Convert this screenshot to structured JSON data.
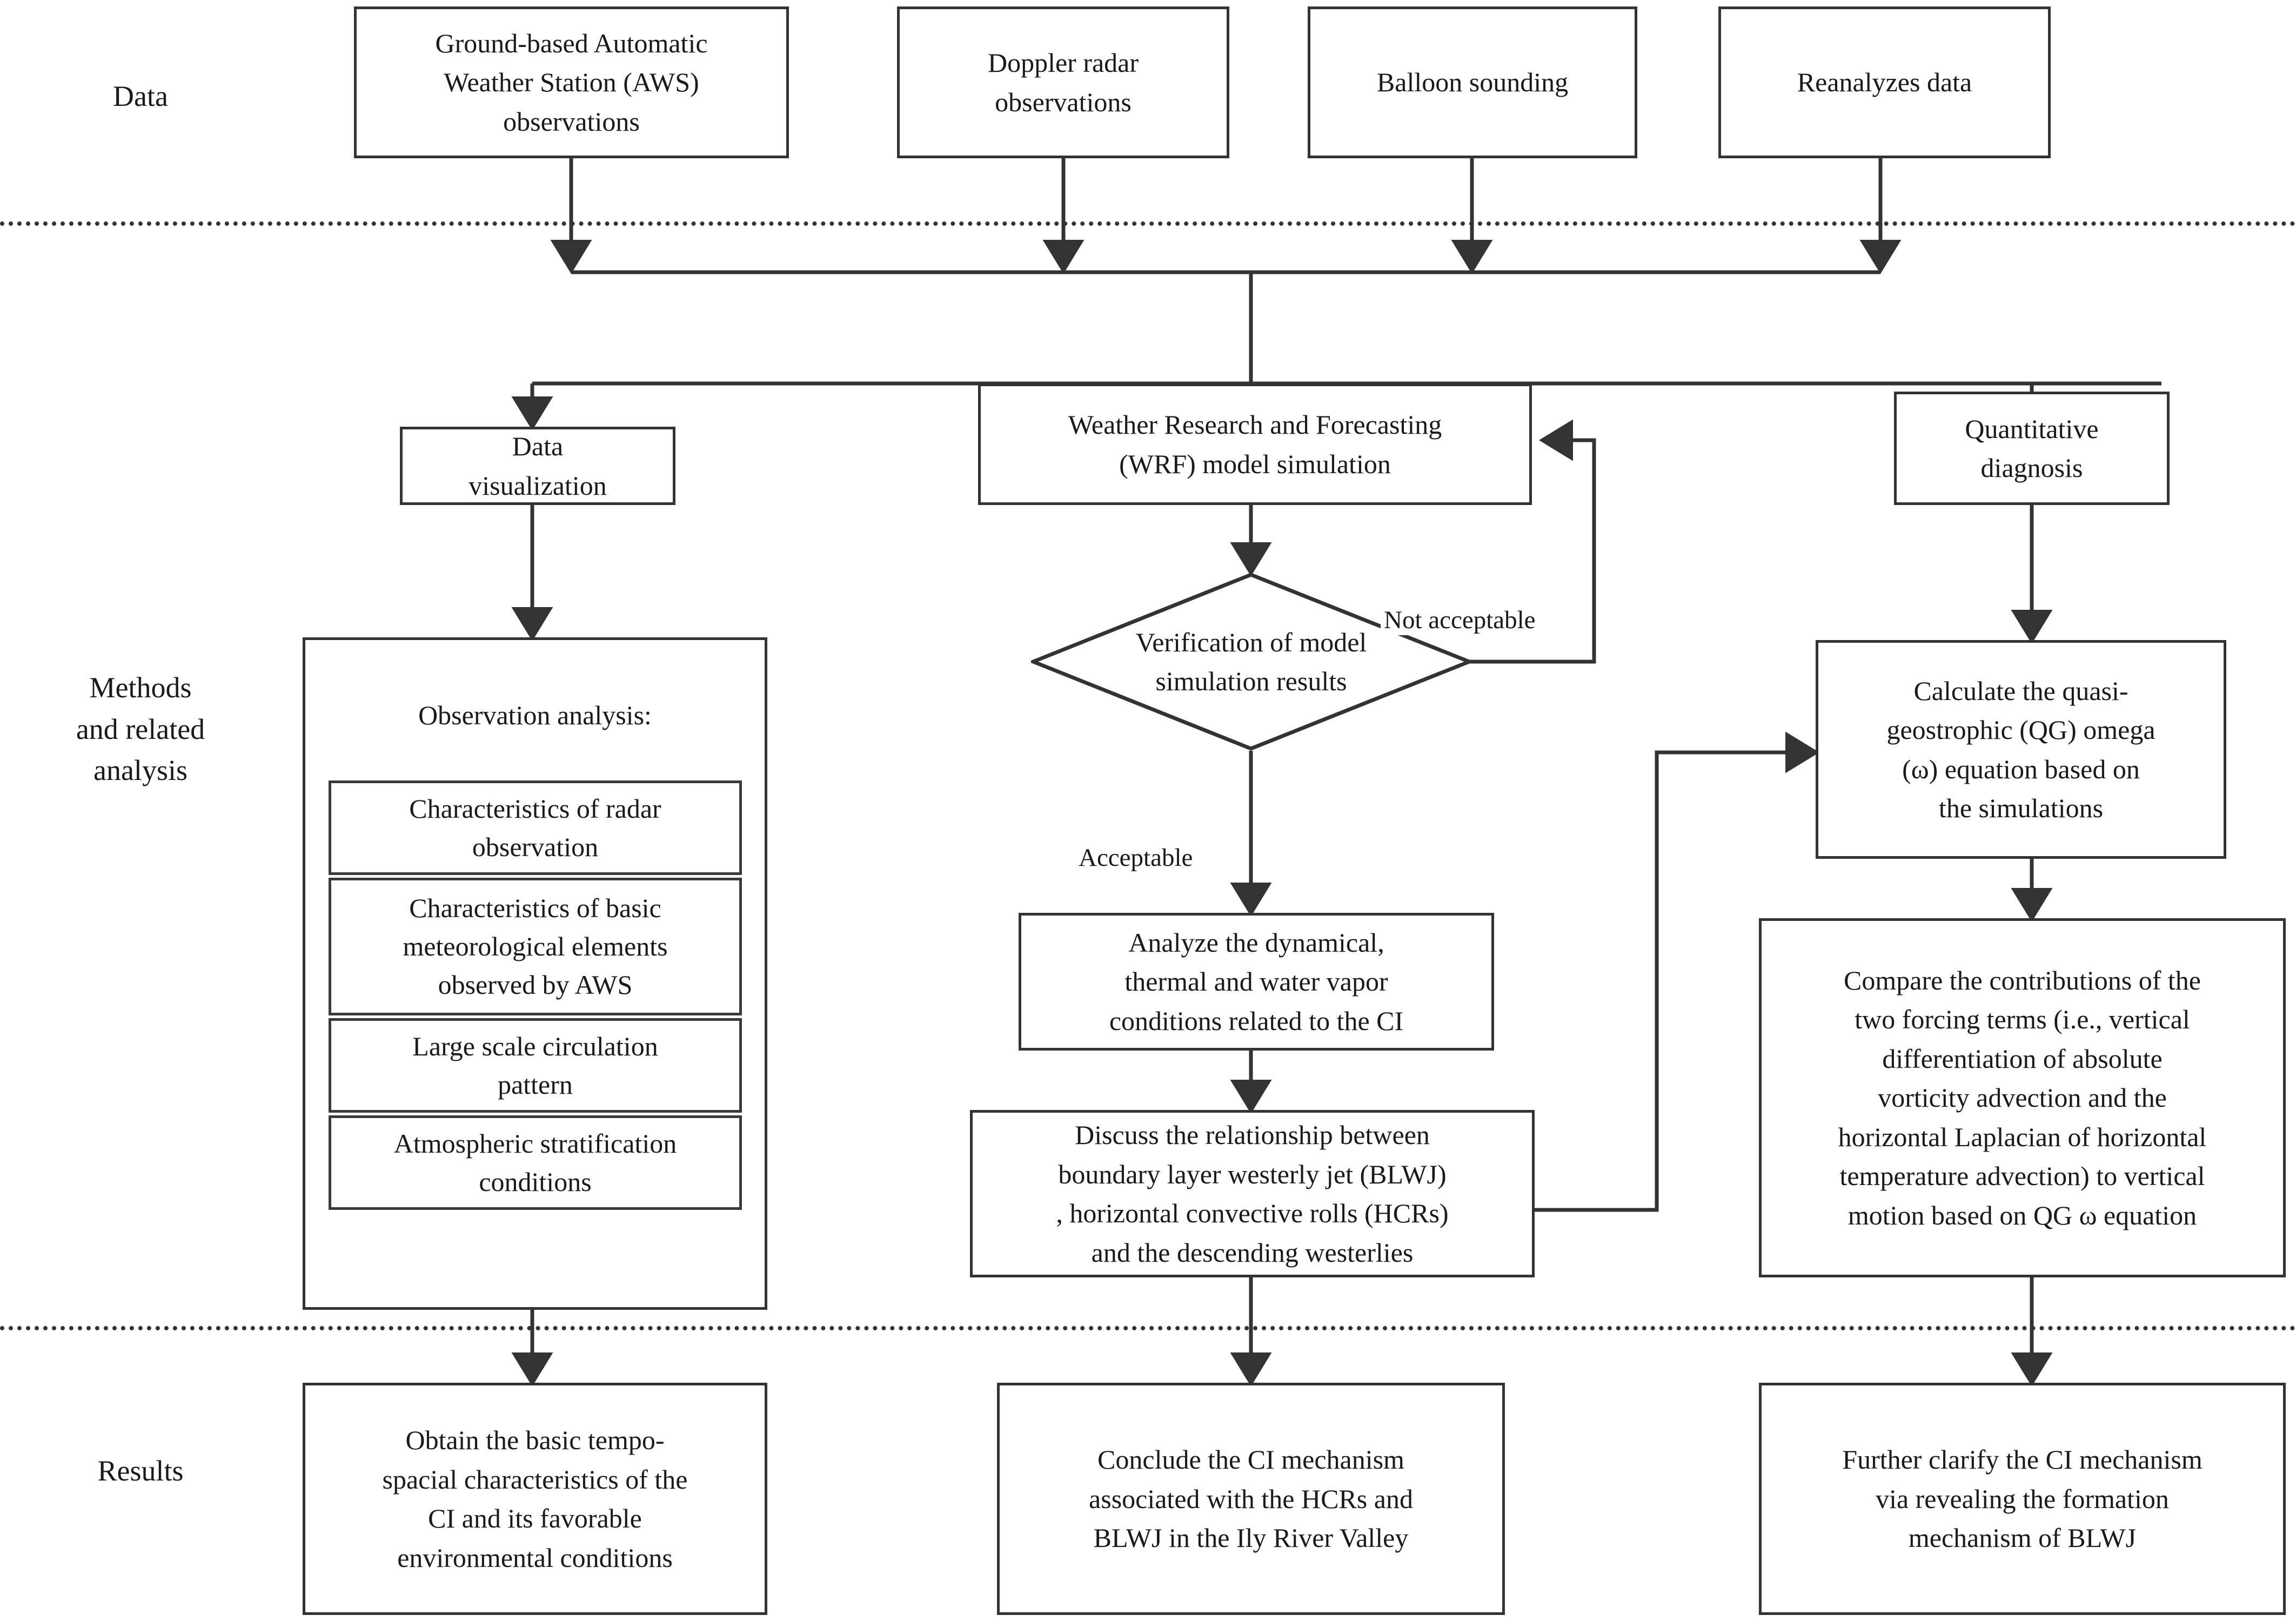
{
  "figure": {
    "type": "flowchart",
    "title": "Research workflow flowchart",
    "accent_color": "#333333",
    "background_color": "#ffffff"
  },
  "stage_labels": [
    {
      "id": "data",
      "text": "Data"
    },
    {
      "id": "methods",
      "text": "Methods\nand related\nanalysis"
    },
    {
      "id": "results",
      "text": "Results"
    }
  ],
  "data_row": [
    {
      "id": "aws",
      "text": "Ground-based Automatic\nWeather Station (AWS)\nobservations"
    },
    {
      "id": "radar",
      "text": "Doppler radar\nobservations"
    },
    {
      "id": "balloon",
      "text": "Balloon sounding"
    },
    {
      "id": "reanalysis",
      "text": "Reanalyzes data"
    }
  ],
  "methods_row": {
    "left_branch": {
      "head": {
        "id": "data-viz",
        "text": "Data\nvisualization"
      },
      "group_title": "Observation analysis:",
      "items": [
        {
          "id": "radar-char",
          "text": "Characteristics of radar\nobservation"
        },
        {
          "id": "aws-char",
          "text": "Characteristics of basic\nmeteorological elements\nobserved by AWS"
        },
        {
          "id": "circulation",
          "text": "Large scale circulation\npattern"
        },
        {
          "id": "stratification",
          "text": "Atmospheric stratification\nconditions"
        }
      ]
    },
    "middle_branch": {
      "head": {
        "id": "wrf",
        "text": "Weather Research and Forecasting\n(WRF) model simulation"
      },
      "decision": {
        "id": "verification",
        "text": "Verification of model\nsimulation results"
      },
      "decision_labels": {
        "reject": "Not acceptable",
        "accept": "Acceptable"
      },
      "steps": [
        {
          "id": "analyze",
          "text": "Analyze the dynamical,\nthermal and water vapor\nconditions related to the CI"
        },
        {
          "id": "discuss",
          "text": "Discuss the relationship between\nboundary layer westerly jet (BLWJ)\n, horizontal convective rolls (HCRs)\nand the descending westerlies"
        }
      ]
    },
    "right_branch": {
      "head": {
        "id": "quant-diag",
        "text": "Quantitative\ndiagnosis"
      },
      "steps": [
        {
          "id": "qg-omega",
          "text": "Calculate the quasi-\ngeostrophic (QG) omega\n(ω) equation based on\nthe simulations"
        },
        {
          "id": "compare",
          "text": "Compare the contributions of  the\ntwo forcing terms (i.e., vertical\ndifferentiation of absolute\nvorticity advection and the\nhorizontal Laplacian of horizontal\ntemperature advection) to vertical\nmotion based on QG ω equation"
        }
      ]
    }
  },
  "results_row": [
    {
      "id": "result-left",
      "text": "Obtain the basic tempo-\nspacial characteristics of the\nCI and its favorable\nenvironmental conditions"
    },
    {
      "id": "result-middle",
      "text": "Conclude the CI mechanism\nassociated with the HCRs and\nBLWJ in the Ily River Valley"
    },
    {
      "id": "result-right",
      "text": "Further clarify the CI mechanism\nvia revealing the formation\nmechanism of  BLWJ"
    }
  ]
}
